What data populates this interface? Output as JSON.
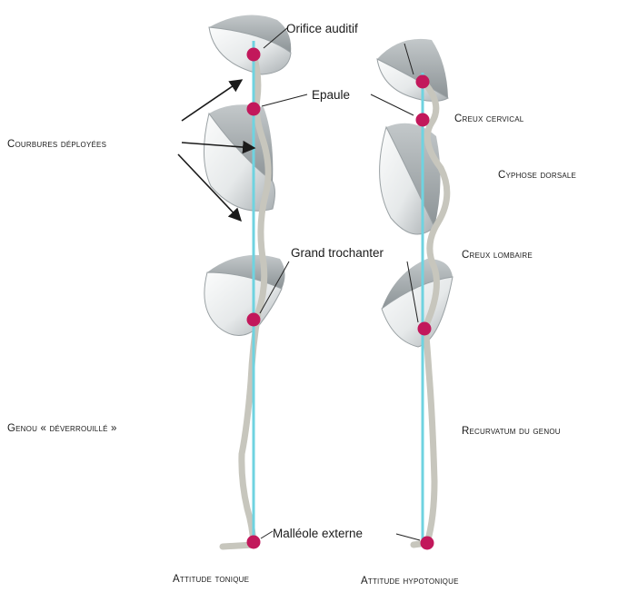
{
  "landmarks": {
    "orifice_auditif": "Orifice auditif",
    "epaule": "Epaule",
    "grand_trochanter": "Grand trochanter",
    "malleole_externe": "Malléole externe"
  },
  "left_labels": {
    "courbures": "Courbures déployées",
    "genou": "Genou « déverrouillé »"
  },
  "right_labels": {
    "creux_cervical": "Creux cervical",
    "cyphose": "Cyphose dorsale",
    "creux_lombaire": "Creux lombaire",
    "recurvatum": "Recurvatum du genou"
  },
  "captions": {
    "tonique": "Attitude tonique",
    "hypotonique": "Attitude hypotonique"
  },
  "colors": {
    "plumb_line": "#6fd3e0",
    "spine": "#c7c6bd",
    "marker": "#c2185b",
    "shell": "#e9ebec"
  }
}
